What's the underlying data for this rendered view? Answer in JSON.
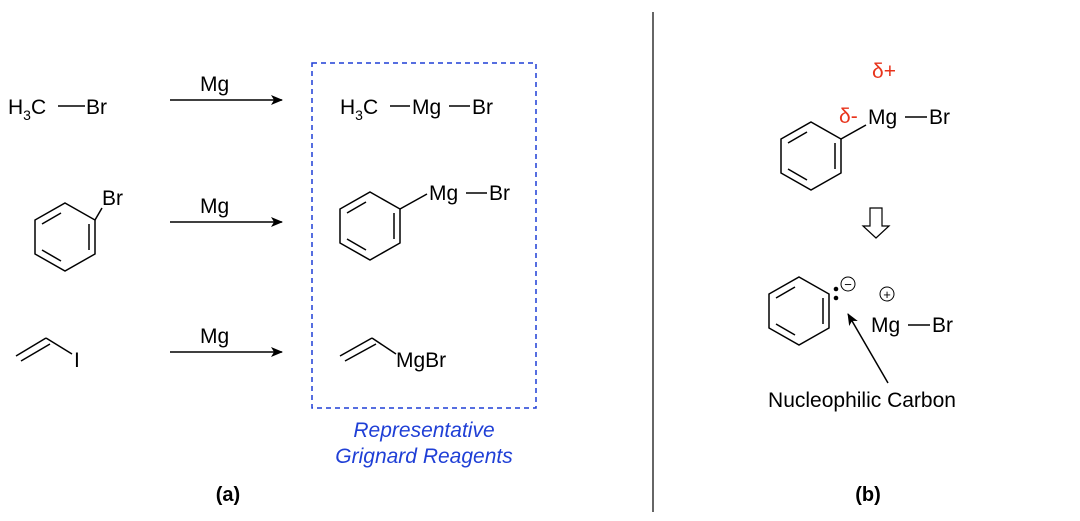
{
  "panel_a": {
    "label": "(a)",
    "reagent": "Mg",
    "reactants": {
      "methyl_h": "H",
      "methyl_sub": "3",
      "methyl_c": "C",
      "methyl_br": "Br",
      "phenyl_br": "Br",
      "vinyl_i": "I"
    },
    "products": {
      "methyl": {
        "h": "H",
        "sub": "3",
        "c": "C",
        "mg": "Mg",
        "br": "Br"
      },
      "phenyl": {
        "mg": "Mg",
        "br": "Br"
      },
      "vinyl": {
        "mgbr": "MgBr"
      }
    },
    "box_caption_line1": "Representative",
    "box_caption_line2": "Grignard Reagents",
    "box_color": "#1f3fd6"
  },
  "panel_b": {
    "label": "(b)",
    "delta_plus": "δ+",
    "delta_minus": "δ-",
    "mg": "Mg",
    "br": "Br",
    "plus_charge": "+",
    "minus_charge": "−",
    "caption": "Nucleophilic Carbon",
    "charge_color": "#e8331b"
  }
}
